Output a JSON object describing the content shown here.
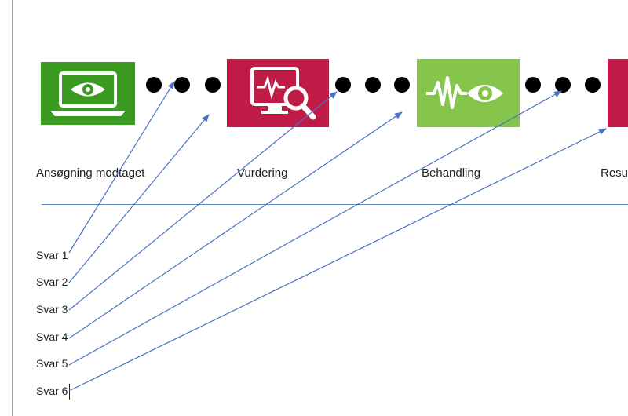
{
  "stages": [
    {
      "label": "Ansøgning modtaget",
      "color": "#3a9a22",
      "icon": "laptop-eye-icon"
    },
    {
      "label": "Vurdering",
      "color": "#be1b46",
      "icon": "monitor-magnifier-icon"
    },
    {
      "label": "Behandling",
      "color": "#86c54c",
      "icon": "wave-eye-icon"
    },
    {
      "label": "Resul",
      "color": "#be1b46",
      "icon": "stage-icon"
    }
  ],
  "answers": [
    {
      "label": "Svar 1"
    },
    {
      "label": "Svar 2"
    },
    {
      "label": "Svar 3"
    },
    {
      "label": "Svar 4"
    },
    {
      "label": "Svar 5"
    },
    {
      "label": "Svar 6"
    }
  ],
  "colors": {
    "arrow": "#4a74c2",
    "divider": "#5b87c5",
    "dot": "#000000"
  }
}
